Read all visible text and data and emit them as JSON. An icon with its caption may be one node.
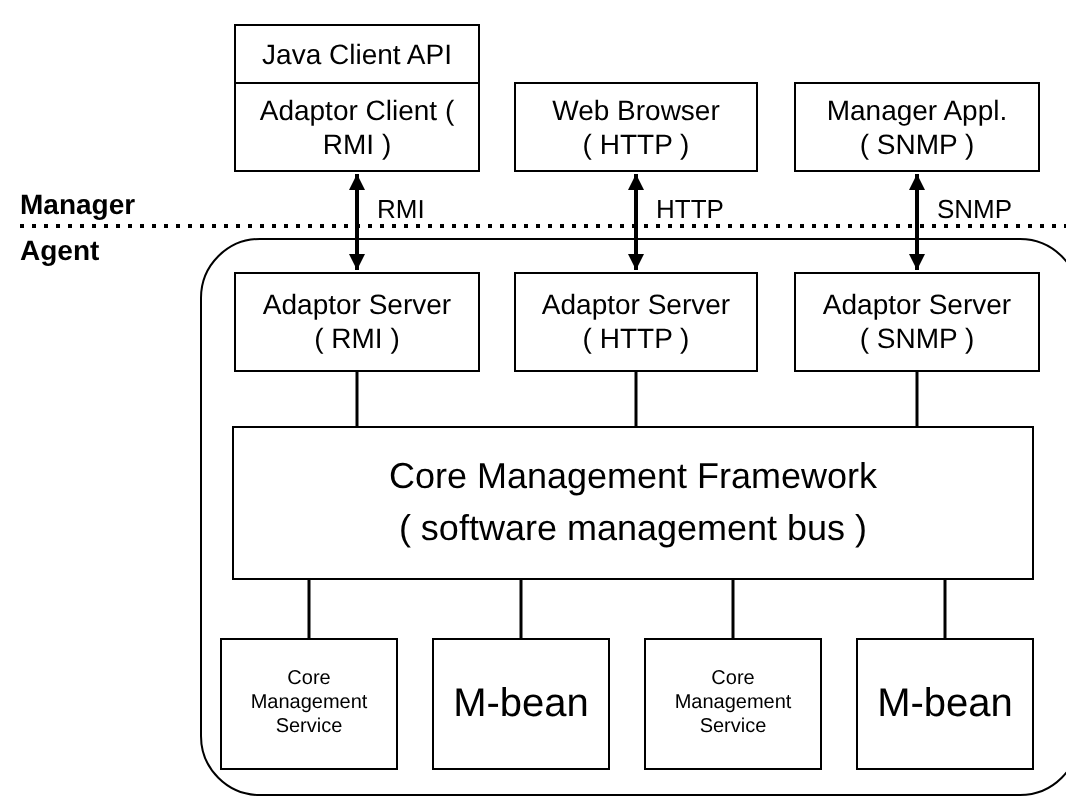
{
  "diagram": {
    "nodes": [
      {
        "text": [
          "Java Client API"
        ]
      },
      {
        "text": [
          "Adaptor Client ( RMI )"
        ]
      },
      {
        "text": [
          "Web Browser ( HTTP )"
        ]
      },
      {
        "text": [
          "Manager Appl. ( SNMP )"
        ]
      },
      {
        "text": [],
        "shape": "box"
      },
      {
        "text": [
          "Adaptor Server ( RMI )"
        ],
        "in": 4
      },
      {
        "text": [
          "Adaptor Server ( HTTP )"
        ],
        "in": 4
      },
      {
        "text": [
          "Adaptor Server ( SNMP )"
        ],
        "in": 4
      },
      {
        "text": [
          "Core Management Framework",
          "( software management bus )"
        ],
        "in": 4
      },
      {
        "text": [
          "Core Management Service"
        ],
        "in": 4
      },
      {
        "text": [
          "M-bean"
        ],
        "in": 4
      },
      {
        "text": [
          "Core Management Service"
        ],
        "in": 4
      },
      {
        "text": [
          "M-bean"
        ],
        "in": 4
      }
    ],
    "edges": [
      {
        "from": 1,
        "to": 5,
        "arrow": "both",
        "label": "RMI"
      },
      {
        "from": 2,
        "to": 6,
        "arrow": "both",
        "label": "HTTP"
      },
      {
        "from": 3,
        "to": 7,
        "arrow": "both",
        "label": "SNMP"
      },
      {
        "from": 5,
        "to": 8,
        "arrow": "none"
      },
      {
        "from": 6,
        "to": 8,
        "arrow": "none"
      },
      {
        "from": 7,
        "to": 8,
        "arrow": "none"
      },
      {
        "from": 8,
        "to": 9,
        "arrow": "none"
      },
      {
        "from": 8,
        "to": 10,
        "arrow": "none"
      },
      {
        "from": 8,
        "to": 11,
        "arrow": "none"
      },
      {
        "from": 8,
        "to": 12,
        "arrow": "none"
      }
    ],
    "labels": [
      "Manager",
      "Agent"
    ]
  }
}
